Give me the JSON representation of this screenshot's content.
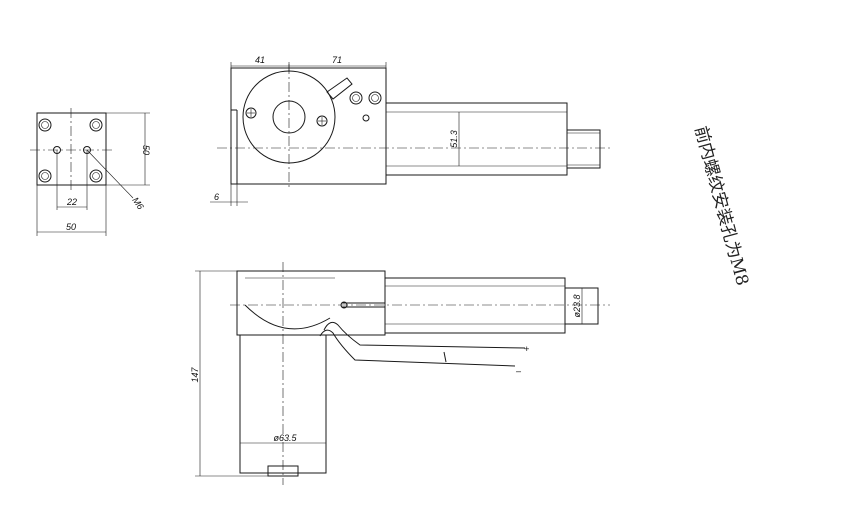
{
  "drawing": {
    "flange_view": {
      "dim_height": "50",
      "dim_width": "50",
      "dim_hole_spacing": "22",
      "thread_label": "M6"
    },
    "top_view": {
      "dim_motor_offset": "41",
      "dim_gearbox_len": "71",
      "dim_tube_height": "51.3",
      "dim_wall": "6"
    },
    "front_view": {
      "dim_total_height": "147",
      "dim_motor_dia": "ø63.5",
      "dim_rod_dia": "ø23.8",
      "wire_plus": "+",
      "wire_minus": "–"
    },
    "note": "前内螺纹安装孔为M8"
  }
}
